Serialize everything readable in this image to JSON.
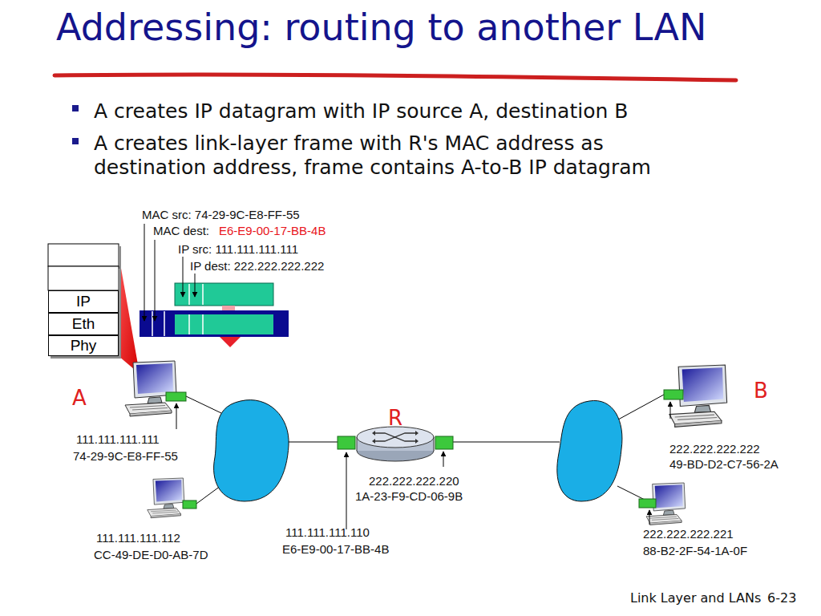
{
  "diagram": {
    "title": "Addressing: routing to another LAN",
    "nodes": [
      {
        "text": [
          "IP"
        ]
      },
      {
        "text": [
          "Eth"
        ]
      },
      {
        "text": [
          "Phy"
        ]
      }
    ],
    "labels": [
      "A creates IP datagram with IP source A, destination B",
      "A creates link-layer frame with R's MAC address as destination address, frame contains A-to-B IP datagram",
      "MAC src: 74-29-9C-E8-FF-55",
      "MAC dest:",
      "E6-E9-00-17-BB-4B",
      "IP src: 111.111.111.111",
      "IP dest: 222.222.222.222",
      "A",
      "B",
      "R",
      "111.111.111.111",
      "74-29-9C-E8-FF-55",
      "111.111.111.112",
      "CC-49-DE-D0-AB-7D",
      "111.111.111.110",
      "E6-E9-00-17-BB-4B",
      "222.222.222.220",
      "1A-23-F9-CD-06-9B",
      "222.222.222.222",
      "49-BD-D2-C7-56-2A",
      "222.222.222.221",
      "88-B2-2F-54-1A-0F",
      "Link Layer and LANs",
      "6-23"
    ]
  }
}
